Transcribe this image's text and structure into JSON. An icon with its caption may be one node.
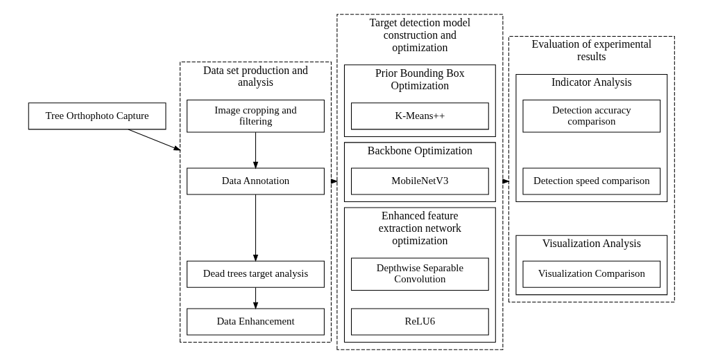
{
  "diagram": {
    "nodes": [
      {
        "text": [
          "Tree Orthophoto Capture"
        ]
      },
      {
        "text": [
          "Data set production and analysis"
        ]
      },
      {
        "text": [
          "Image cropping and filtering"
        ],
        "in": 1
      },
      {
        "text": [
          "Data Annotation"
        ],
        "in": 1
      },
      {
        "text": [
          "Dead trees target analysis"
        ],
        "in": 1
      },
      {
        "text": [
          "Data Enhancement"
        ],
        "in": 1
      },
      {
        "text": [
          "Target detection model construction and optimization"
        ]
      },
      {
        "text": [
          "Prior Bounding Box Optimization"
        ],
        "in": 6
      },
      {
        "text": [
          "K-Means++"
        ],
        "in": 7
      },
      {
        "text": [
          "Backbone Optimization"
        ],
        "in": 6
      },
      {
        "text": [
          "MobileNetV3"
        ],
        "in": 9
      },
      {
        "text": [
          "Enhanced feature extraction network optimization"
        ],
        "in": 6
      },
      {
        "text": [
          "Depthwise Separable Convolution"
        ],
        "in": 11
      },
      {
        "text": [
          "ReLU6"
        ],
        "in": 11
      },
      {
        "text": [
          "Evaluation of experimental results"
        ]
      },
      {
        "text": [
          "Indicator Analysis"
        ],
        "in": 14
      },
      {
        "text": [
          "Detection accuracy comparison"
        ],
        "in": 15
      },
      {
        "text": [
          "Detection speed comparison"
        ],
        "in": 15
      },
      {
        "text": [
          "Visualization Analysis"
        ],
        "in": 14
      },
      {
        "text": [
          "Visualization Comparison"
        ],
        "in": 18
      }
    ],
    "edges": [
      {
        "from": 0,
        "to": 1,
        "arrow": "to"
      },
      {
        "from": 2,
        "to": 3,
        "arrow": "to"
      },
      {
        "from": 3,
        "to": 4,
        "arrow": "to"
      },
      {
        "from": 4,
        "to": 5,
        "arrow": "to"
      },
      {
        "from": 1,
        "to": 6,
        "arrow": "to"
      },
      {
        "from": 6,
        "to": 14,
        "arrow": "to"
      }
    ]
  }
}
